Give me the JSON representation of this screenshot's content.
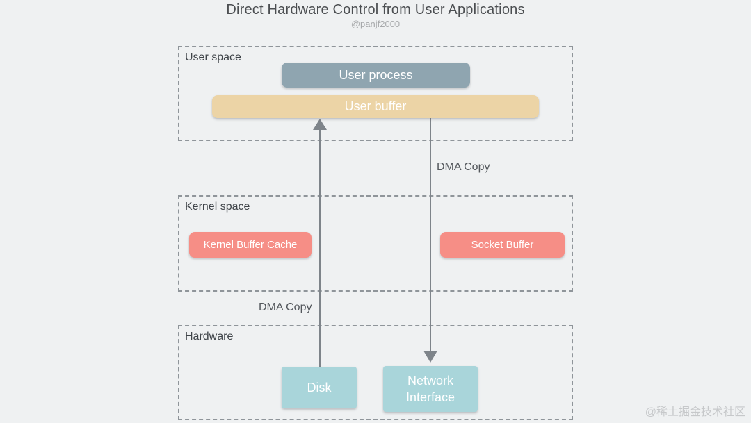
{
  "title": "Direct Hardware Control from User Applications",
  "author": "@panjf2000",
  "watermark": "@稀土掘金技术社区",
  "colors": {
    "background": "#eff1f2",
    "user_process_node": "#8fa5b0",
    "user_buffer_node": "#ecd4a6",
    "kernel_nodes": "#f68e86",
    "hardware_nodes": "#a9d5da",
    "dashed_border": "#8f959a",
    "arrow": "#7e848a",
    "title_text": "#4b4e51",
    "node_text": "#ffffff"
  },
  "regions": {
    "user_space": {
      "label": "User space"
    },
    "kernel_space": {
      "label": "Kernel space"
    },
    "hardware": {
      "label": "Hardware"
    }
  },
  "nodes": {
    "user_process": {
      "label": "User process"
    },
    "user_buffer": {
      "label": "User buffer"
    },
    "kernel_buffer_cache": {
      "label": "Kernel Buffer Cache"
    },
    "socket_buffer": {
      "label": "Socket Buffer"
    },
    "disk": {
      "label": "Disk"
    },
    "network_interface": {
      "label": "Network Interface",
      "line1": "Network",
      "line2": "Interface"
    }
  },
  "arrows": {
    "disk_to_user_buffer": {
      "label": "DMA Copy",
      "direction": "up",
      "from": "Disk",
      "to": "User buffer"
    },
    "user_buffer_to_network_interface": {
      "label": "DMA Copy",
      "direction": "down",
      "from": "User buffer",
      "to": "Network Interface"
    }
  }
}
